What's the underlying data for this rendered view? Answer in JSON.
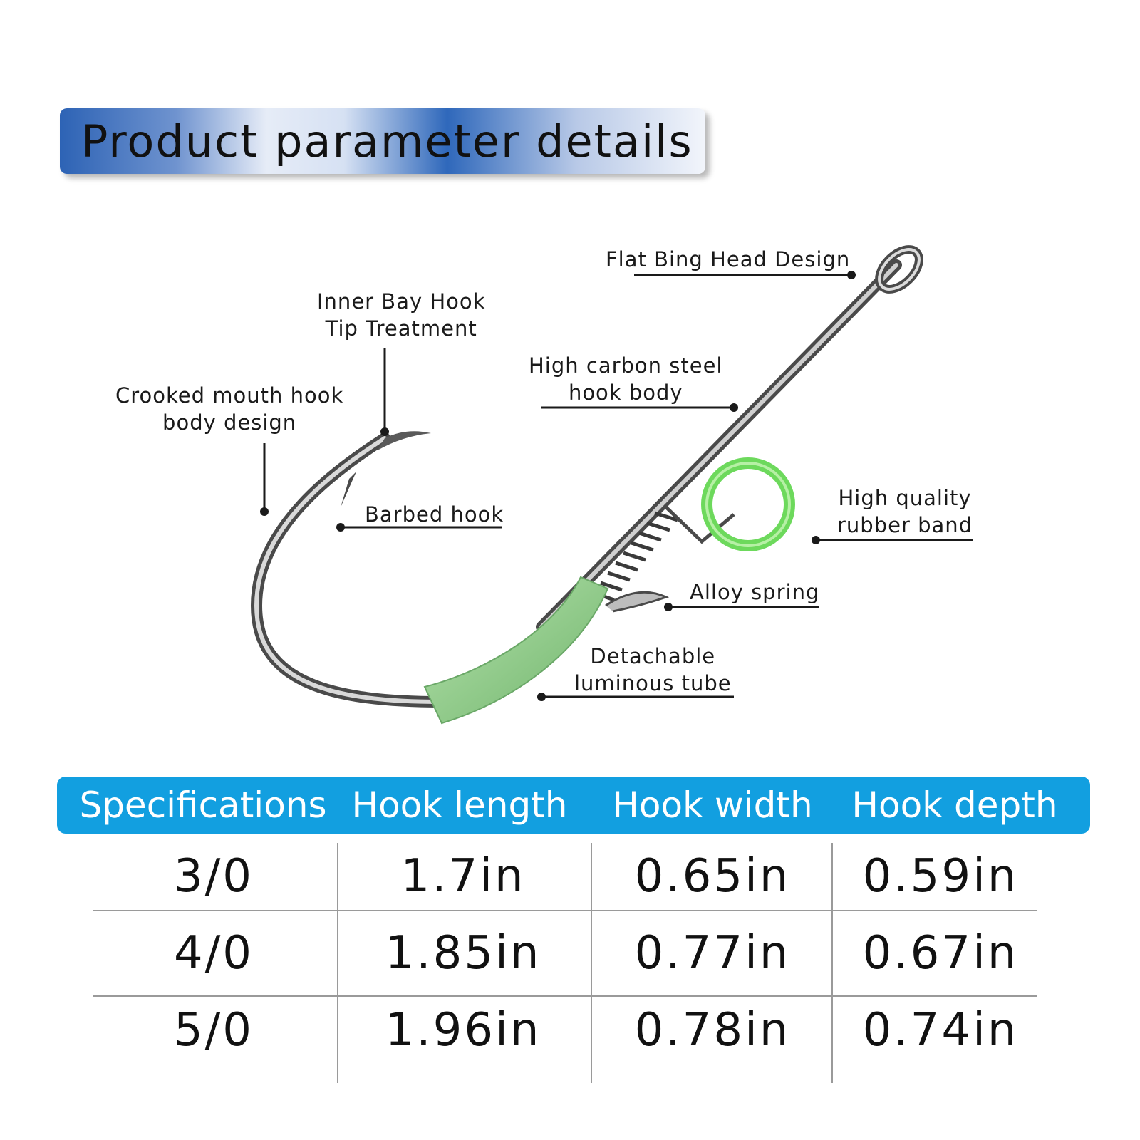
{
  "title": "Product parameter details",
  "callouts": {
    "flat_head": "Flat Bing Head Design",
    "inner_bay_line1": "Inner Bay Hook",
    "inner_bay_line2": "Tip Treatment",
    "carbon_line1": "High carbon steel",
    "carbon_line2": "hook body",
    "crooked_line1": "Crooked mouth hook",
    "crooked_line2": "body design",
    "barbed": "Barbed hook",
    "rubber_line1": "High quality",
    "rubber_line2": "rubber band",
    "spring": "Alloy spring",
    "tube_line1": "Detachable",
    "tube_line2": "luminous tube"
  },
  "table": {
    "headers": [
      "Specifications",
      "Hook length",
      "Hook width",
      "Hook depth"
    ],
    "rows": [
      [
        "3/0",
        "1.7in",
        "0.65in",
        "0.59in"
      ],
      [
        "4/0",
        "1.85in",
        "0.77in",
        "0.67in"
      ],
      [
        "5/0",
        "1.96in",
        "0.78in",
        "0.74in"
      ]
    ]
  },
  "colors": {
    "header_bar": "#129fe0",
    "tube_green": "#8fcf8a",
    "ring_green": "#7ee06a",
    "banner_blue": "#2d63b5"
  }
}
